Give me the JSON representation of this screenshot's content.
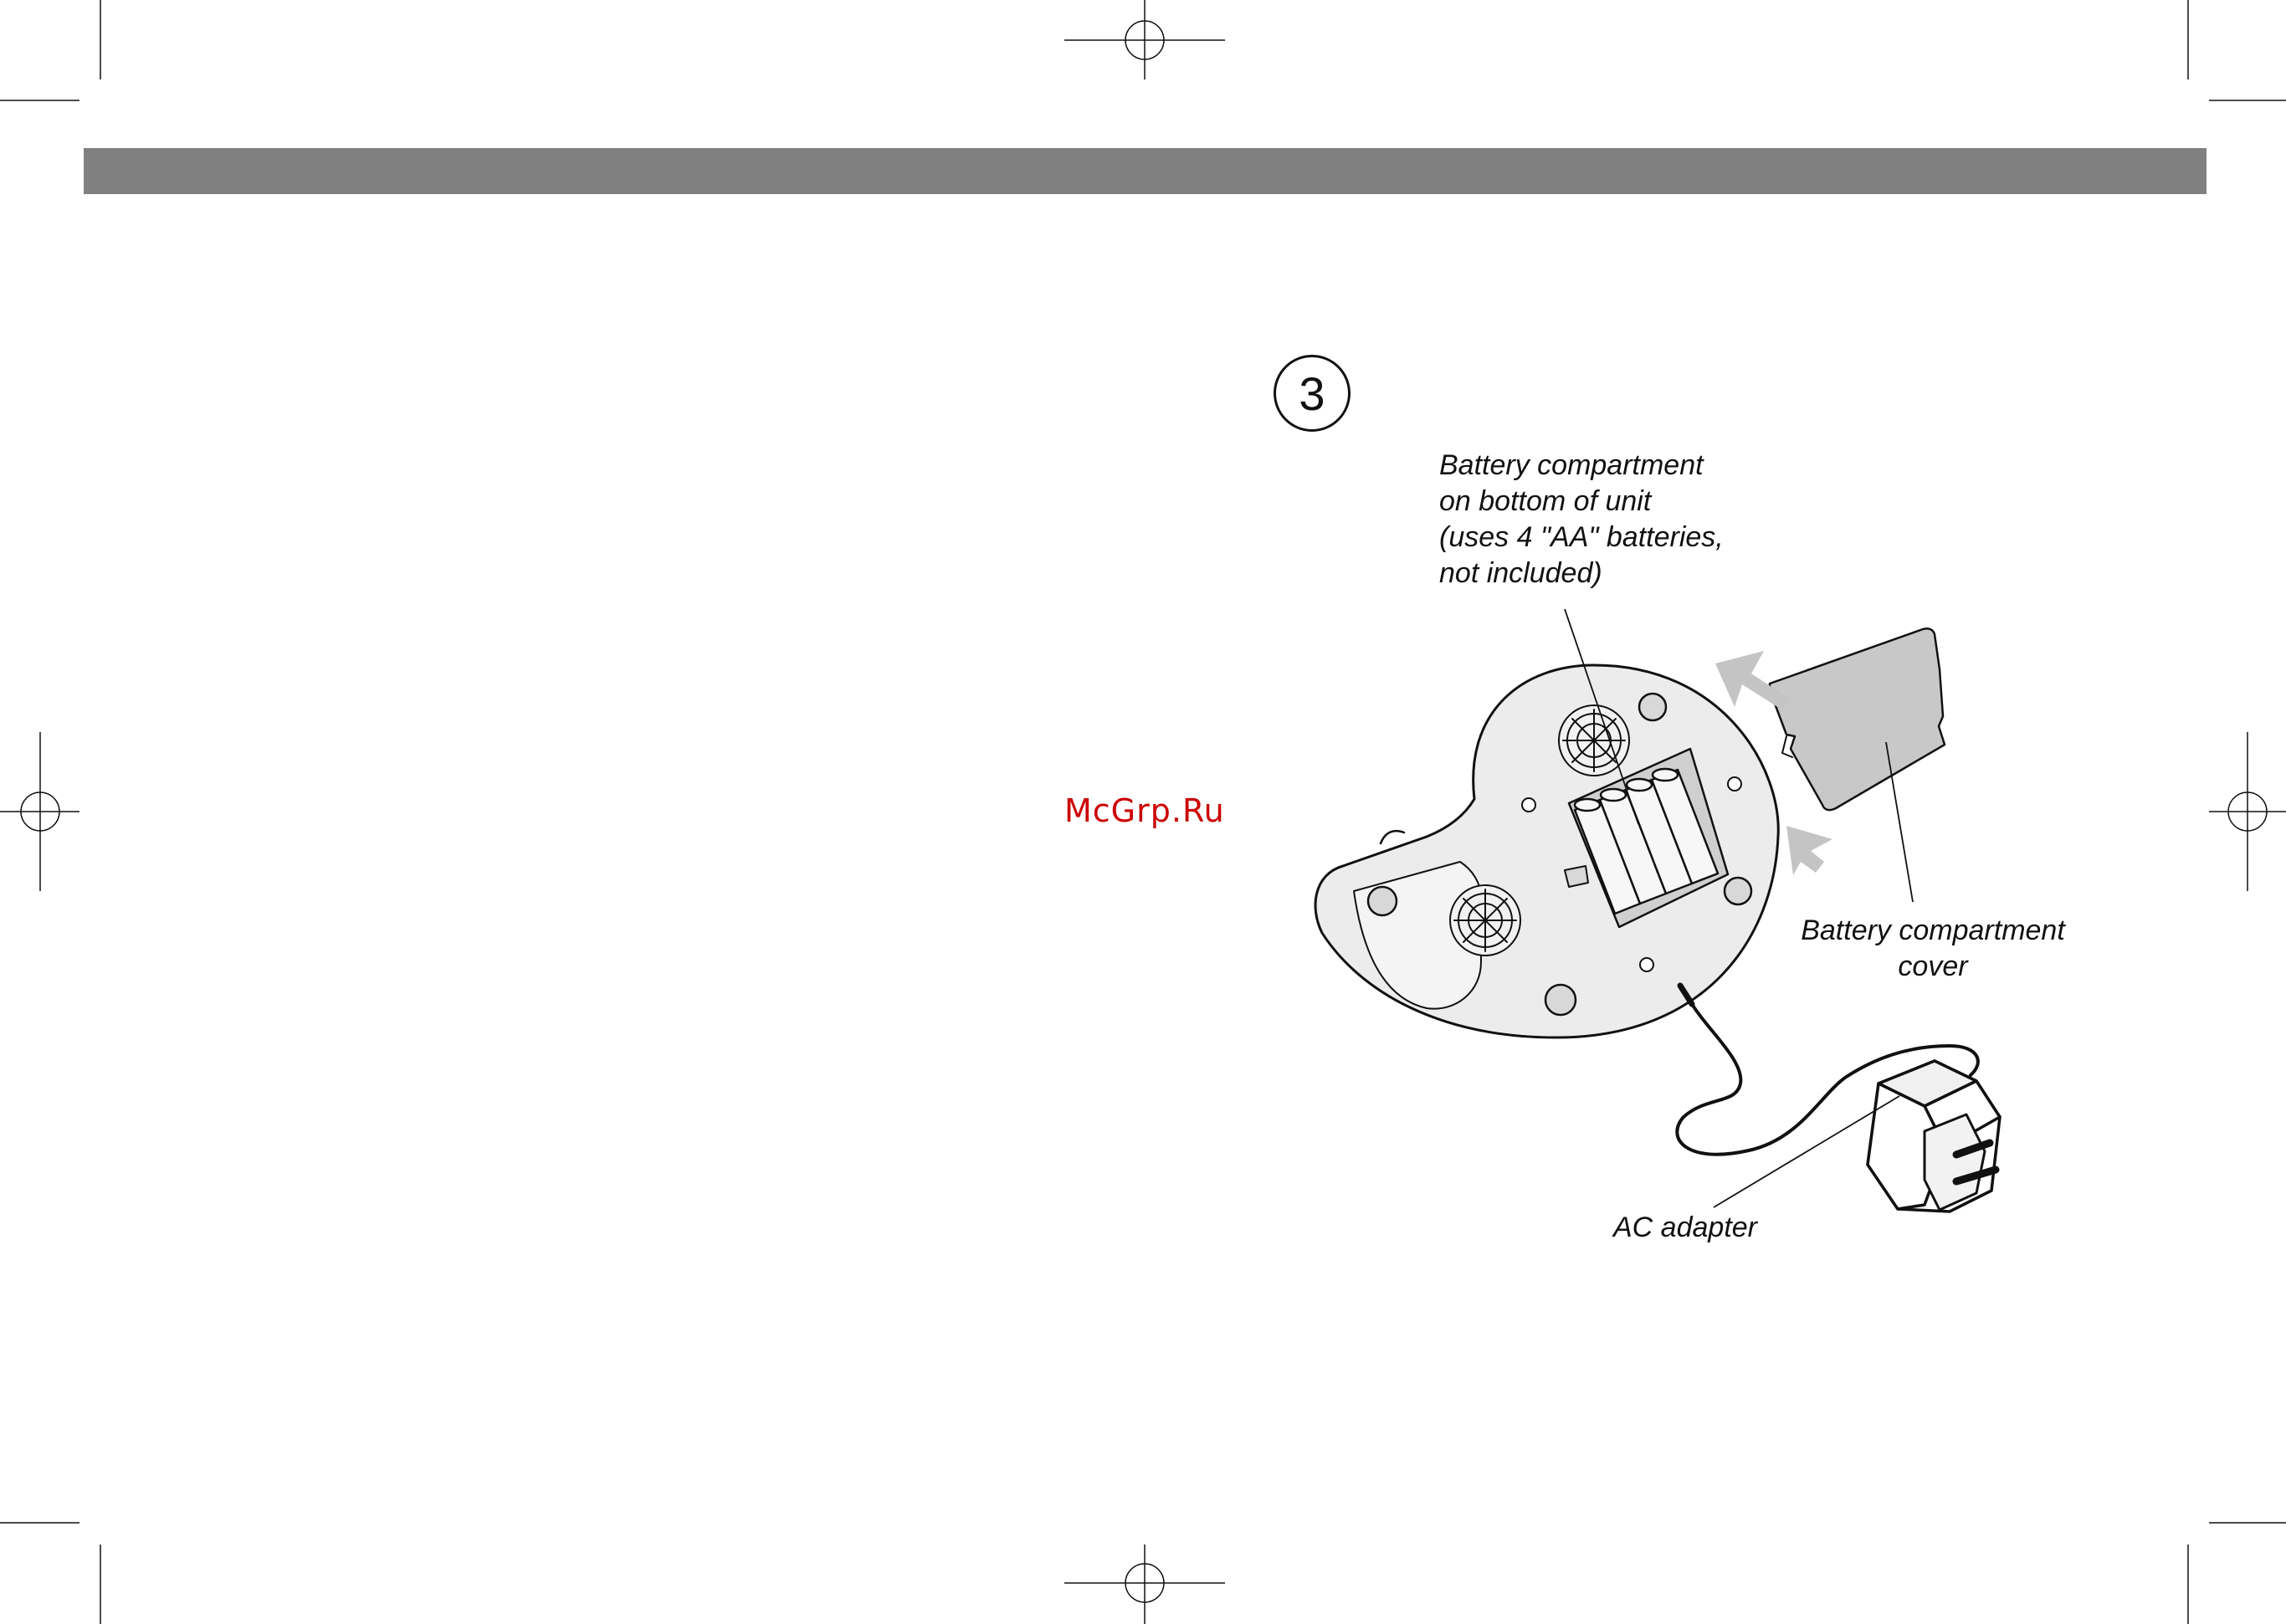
{
  "step": {
    "number": "3"
  },
  "watermark": "McGrp.Ru",
  "labels": {
    "battery_compartment": [
      "Battery compartment",
      "on bottom of unit",
      "(uses 4 \"AA\" batteries,",
      "not included)"
    ],
    "battery_cover": [
      "Battery compartment",
      "cover"
    ],
    "ac_adapter": "AC adapter"
  },
  "colors": {
    "header_bar": "#808080",
    "watermark": "#cc0000",
    "device_fill": "#e8e8e8",
    "cover_fill": "#c8c8c8",
    "arrow": "#c4c4c4"
  }
}
